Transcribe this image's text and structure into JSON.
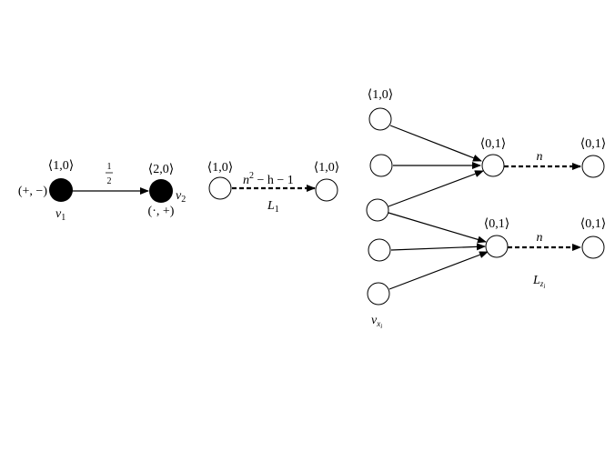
{
  "colors": {
    "ink": "#000000",
    "background": "#ffffff"
  },
  "gadget_a": {
    "v1_weight": "⟨1,0⟩",
    "v2_weight": "⟨2,0⟩",
    "v1_signs": "(+, −)",
    "v2_signs": "(·, +)",
    "v1_name": "v",
    "v1_sub": "1",
    "v2_name": "v",
    "v2_sub": "2",
    "edge_num": "1",
    "edge_den": "2"
  },
  "gadget_b": {
    "left_weight": "⟨1,0⟩",
    "right_weight": "⟨1,0⟩",
    "edge_label_n": "n",
    "edge_label_exp": "2",
    "edge_label_rest": " − h − 1",
    "name": "L",
    "name_sub": "1"
  },
  "gadget_c": {
    "top_left_weight": "⟨1,0⟩",
    "mid_upper_weight": "⟨0,1⟩",
    "mid_lower_weight": "⟨0,1⟩",
    "right_upper_weight": "⟨0,1⟩",
    "right_lower_weight": "⟨0,1⟩",
    "upper_edge_label": "n",
    "lower_edge_label": "n",
    "name": "L",
    "name_sub": "z",
    "name_subsub": "i",
    "var_name": "v",
    "var_sub": "x",
    "var_subsub": "i"
  }
}
